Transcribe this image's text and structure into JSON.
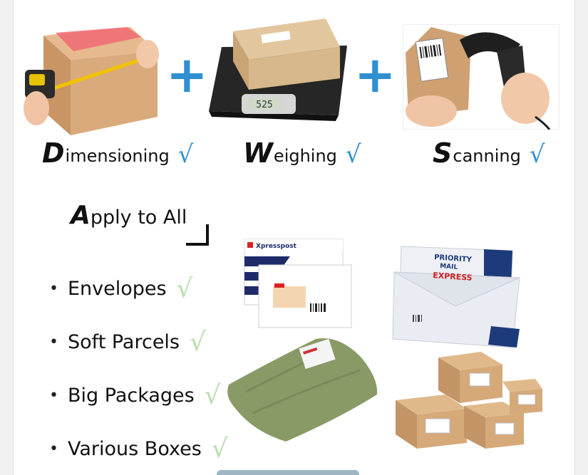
{
  "captions": [
    {
      "initial": "D",
      "rest": "imensioning",
      "check": "√"
    },
    {
      "initial": "W",
      "rest": "eighing",
      "check": "√"
    },
    {
      "initial": "S",
      "rest": "canning",
      "check": "√"
    }
  ],
  "plus_sign": "+",
  "apply": {
    "initial": "A",
    "rest": "pply to All"
  },
  "items": [
    {
      "bullet": "•",
      "label": "Envelopes",
      "check": "√"
    },
    {
      "bullet": "•",
      "label": "Soft Parcels",
      "check": "√"
    },
    {
      "bullet": "•",
      "label": "Big Packages",
      "check": "√"
    },
    {
      "bullet": "•",
      "label": "Various Boxes",
      "check": "√"
    }
  ],
  "scale_readout": "525",
  "envelope_brand": "Xpresspost",
  "usps_labels": [
    "PRIORITY",
    "MAIL",
    "EXPRESS"
  ],
  "colors": {
    "accent_blue": "#2f8fd0",
    "check_green": "#b9deae"
  }
}
